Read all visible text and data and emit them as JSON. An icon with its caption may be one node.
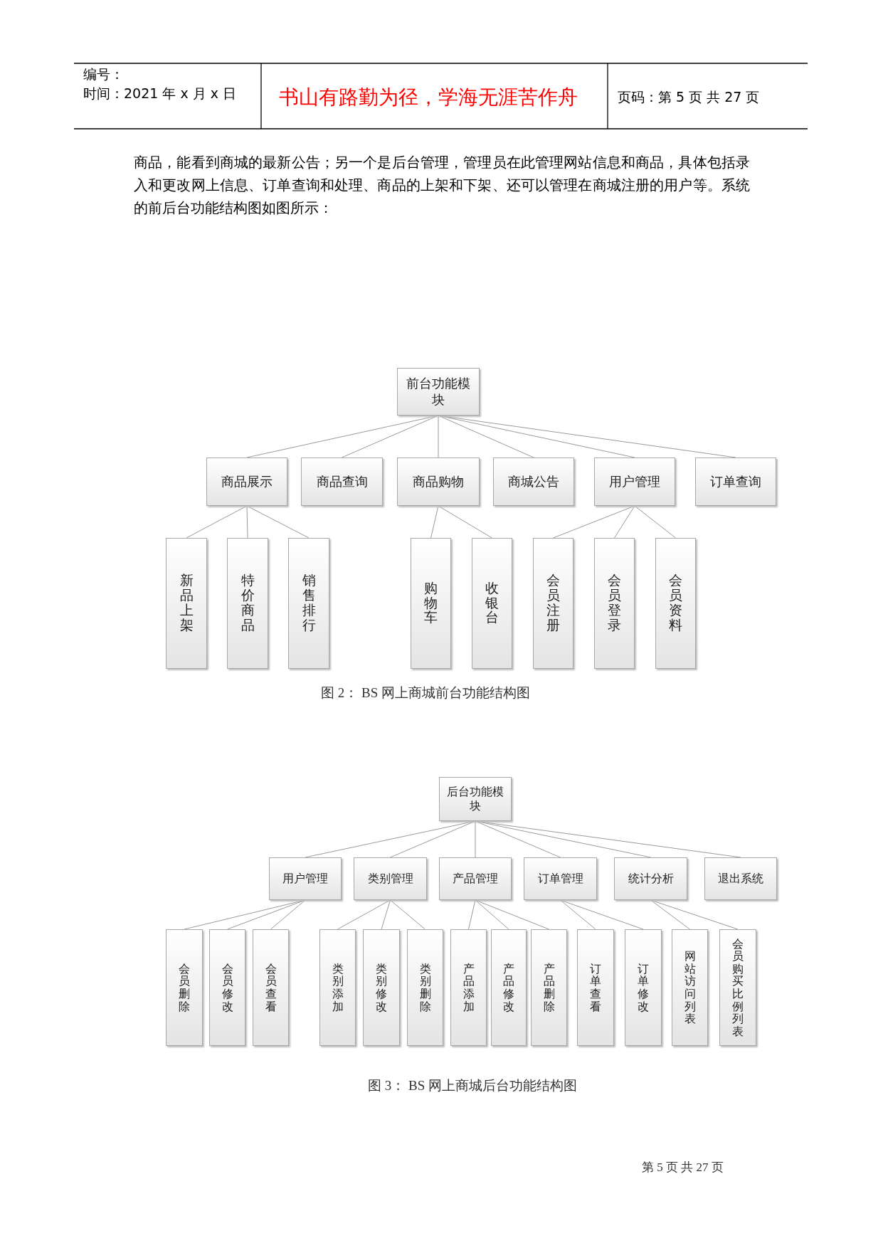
{
  "diagram": {
    "nodes": [
      {
        "text": [
          "前台功能模块"
        ]
      },
      {
        "text": [
          "商品展示"
        ]
      },
      {
        "text": [
          "商品查询"
        ]
      },
      {
        "text": [
          "商品购物"
        ]
      },
      {
        "text": [
          "商城公告"
        ]
      },
      {
        "text": [
          "用户管理"
        ]
      },
      {
        "text": [
          "订单查询"
        ]
      },
      {
        "text": [
          "新品上架"
        ]
      },
      {
        "text": [
          "特价商品"
        ]
      },
      {
        "text": [
          "销售排行"
        ]
      },
      {
        "text": [
          "购物车"
        ]
      },
      {
        "text": [
          "收银台"
        ]
      },
      {
        "text": [
          "会员注册"
        ]
      },
      {
        "text": [
          "会员登录"
        ]
      },
      {
        "text": [
          "会员资料"
        ]
      },
      {
        "text": [
          "后台功能模块"
        ]
      },
      {
        "text": [
          "用户管理"
        ]
      },
      {
        "text": [
          "类别管理"
        ]
      },
      {
        "text": [
          "产品管理"
        ]
      },
      {
        "text": [
          "订单管理"
        ]
      },
      {
        "text": [
          "统计分析"
        ]
      },
      {
        "text": [
          "退出系统"
        ]
      },
      {
        "text": [
          "会员删除"
        ]
      },
      {
        "text": [
          "会员修改"
        ]
      },
      {
        "text": [
          "会员查看"
        ]
      },
      {
        "text": [
          "类别添加"
        ]
      },
      {
        "text": [
          "类别修改"
        ]
      },
      {
        "text": [
          "类别删除"
        ]
      },
      {
        "text": [
          "产品添加"
        ]
      },
      {
        "text": [
          "产品修改"
        ]
      },
      {
        "text": [
          "产品删除"
        ]
      },
      {
        "text": [
          "订单查看"
        ]
      },
      {
        "text": [
          "订单修改"
        ]
      },
      {
        "text": [
          "网站访问列表"
        ]
      },
      {
        "text": [
          "会员购买比例列表"
        ]
      }
    ],
    "edges": [
      {
        "from": 0,
        "to": 1,
        "arrow": "none"
      },
      {
        "from": 0,
        "to": 2,
        "arrow": "none"
      },
      {
        "from": 0,
        "to": 3,
        "arrow": "none"
      },
      {
        "from": 0,
        "to": 4,
        "arrow": "none"
      },
      {
        "from": 0,
        "to": 5,
        "arrow": "none"
      },
      {
        "from": 0,
        "to": 6,
        "arrow": "none"
      },
      {
        "from": 1,
        "to": 7,
        "arrow": "none"
      },
      {
        "from": 1,
        "to": 8,
        "arrow": "none"
      },
      {
        "from": 1,
        "to": 9,
        "arrow": "none"
      },
      {
        "from": 3,
        "to": 10,
        "arrow": "none"
      },
      {
        "from": 3,
        "to": 11,
        "arrow": "none"
      },
      {
        "from": 5,
        "to": 12,
        "arrow": "none"
      },
      {
        "from": 5,
        "to": 13,
        "arrow": "none"
      },
      {
        "from": 5,
        "to": 14,
        "arrow": "none"
      },
      {
        "from": 15,
        "to": 16,
        "arrow": "none"
      },
      {
        "from": 15,
        "to": 17,
        "arrow": "none"
      },
      {
        "from": 15,
        "to": 18,
        "arrow": "none"
      },
      {
        "from": 15,
        "to": 19,
        "arrow": "none"
      },
      {
        "from": 15,
        "to": 20,
        "arrow": "none"
      },
      {
        "from": 15,
        "to": 21,
        "arrow": "none"
      },
      {
        "from": 16,
        "to": 22,
        "arrow": "none"
      },
      {
        "from": 16,
        "to": 23,
        "arrow": "none"
      },
      {
        "from": 16,
        "to": 24,
        "arrow": "none"
      },
      {
        "from": 17,
        "to": 25,
        "arrow": "none"
      },
      {
        "from": 17,
        "to": 26,
        "arrow": "none"
      },
      {
        "from": 17,
        "to": 27,
        "arrow": "none"
      },
      {
        "from": 18,
        "to": 28,
        "arrow": "none"
      },
      {
        "from": 18,
        "to": 29,
        "arrow": "none"
      },
      {
        "from": 18,
        "to": 30,
        "arrow": "none"
      },
      {
        "from": 19,
        "to": 31,
        "arrow": "none"
      },
      {
        "from": 19,
        "to": 32,
        "arrow": "none"
      },
      {
        "from": 20,
        "to": 33,
        "arrow": "none"
      },
      {
        "from": 20,
        "to": 34,
        "arrow": "none"
      }
    ],
    "labels": [
      "编号：",
      "时间：2021 年 x 月 x 日",
      "书山有路勤为径，学海无涯苦作舟",
      "页码：第 5 页 共 27 页",
      "商品，能看到商城的最新公告；另一个是后台管理，管理员在此管理网站信息和商品，具体包括录入和更改网上信息、订单查询和处理、商品的上架和下架、还可以管理在商城注册的用户等。系统的前后台功能结构图如图所示：",
      "图 2：  BS 网上商城前台功能结构图",
      "图 3：  BS 网上商城后台功能结构图",
      "第 5 页 共 27 页"
    ]
  }
}
